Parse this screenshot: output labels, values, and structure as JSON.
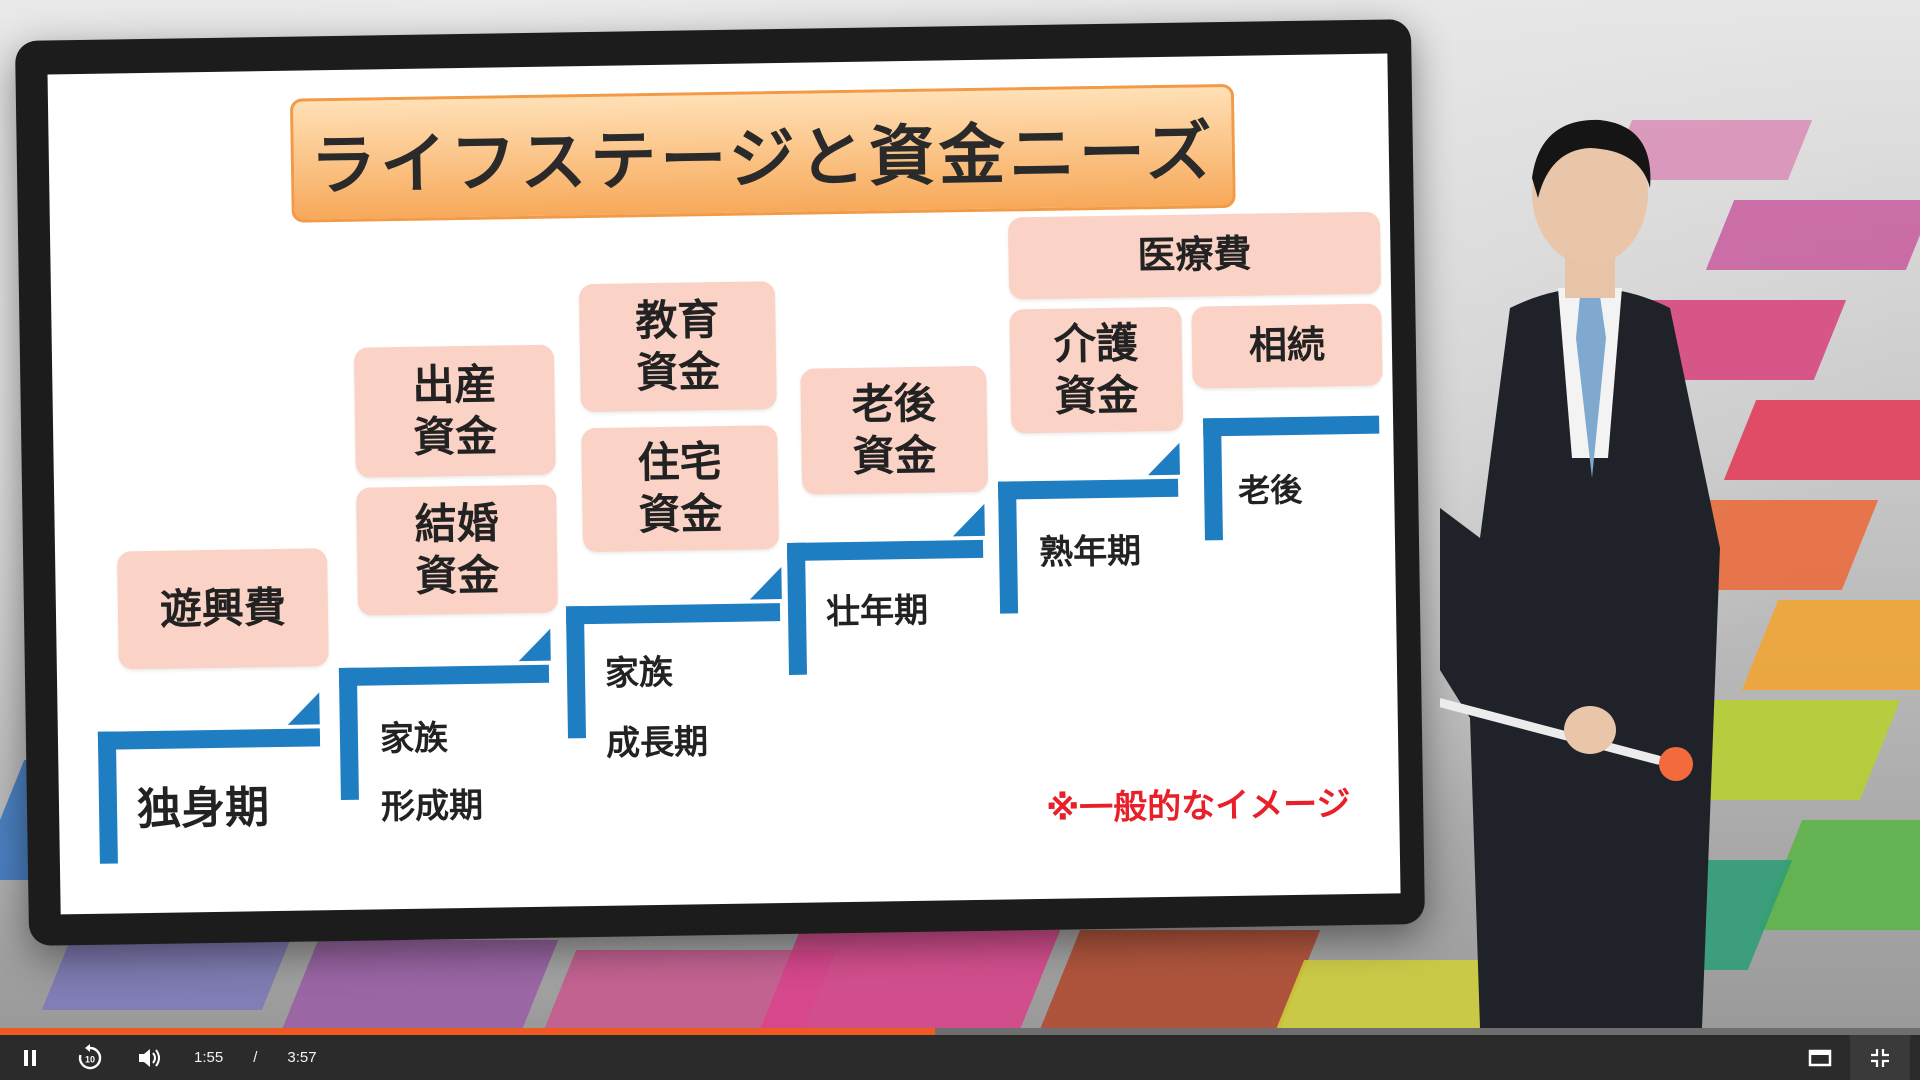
{
  "slide": {
    "title": "ライフステージと資金ニーズ",
    "needs": [
      {
        "label": "遊興費"
      },
      {
        "label": "結婚\n資金"
      },
      {
        "label": "出産\n資金"
      },
      {
        "label": "住宅\n資金"
      },
      {
        "label": "教育\n資金"
      },
      {
        "label": "老後\n資金"
      },
      {
        "label": "介護\n資金"
      },
      {
        "label": "医療費"
      },
      {
        "label": "相続"
      }
    ],
    "stages": [
      {
        "label": "独身期"
      },
      {
        "line1": "家族",
        "line2": "形成期"
      },
      {
        "line1": "家族",
        "line2": "成長期"
      },
      {
        "label": "壮年期"
      },
      {
        "label": "熟年期"
      },
      {
        "label": "老後"
      }
    ],
    "note": "※一般的なイメージ"
  },
  "player": {
    "progress_fraction": 0.487,
    "current_time": "1:55",
    "separator": "/",
    "total_time": "3:57",
    "accent_color": "#f05a22",
    "icons": {
      "play_pause": "pause-icon",
      "rewind": "rewind-10-icon",
      "volume": "volume-icon",
      "theater": "theater-mode-icon",
      "fullscreen": "exit-fullscreen-icon"
    }
  }
}
